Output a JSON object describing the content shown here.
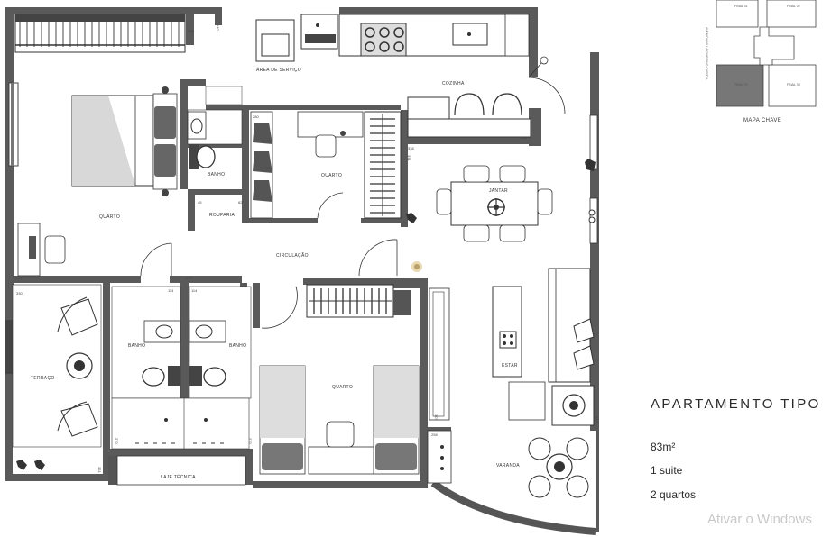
{
  "plan": {
    "rooms": {
      "service_area": "ÁREA DE SERVIÇO",
      "kitchen": "COZINHA",
      "bedroom_suite": "QUARTO",
      "bathroom_suite": "BANHO",
      "bedroom_2": "QUARTO",
      "wardrobe": "ROUPARIA",
      "dining": "JANTAR",
      "circulation": "CIRCULAÇÃO",
      "terrace": "TERRAÇO",
      "bath_left": "BANHO",
      "bath_right": "BANHO",
      "bedroom_3": "QUARTO",
      "living": "ESTAR",
      "balcony": "VARANDA",
      "technical_slab": "LAJE TÉCNICA"
    },
    "dimensions": [
      "309",
      "140",
      "217",
      "280",
      "331",
      "338",
      "279",
      "114",
      "114",
      "330",
      "270",
      "270",
      "321",
      "258",
      "307",
      "260",
      "45",
      "62",
      "137"
    ]
  },
  "key_map": {
    "title": "MAPA CHAVE",
    "street": "AVENIDA VILLA GIARDINO CAPITAL",
    "units": [
      "FINAL 01",
      "FINAL 02",
      "FINAL 03",
      "FINAL 04"
    ]
  },
  "info": {
    "title": "APARTAMENTO TIPO",
    "area": "83m²",
    "suites": "1 suite",
    "bedrooms": "2 quartos"
  },
  "watermark": "Ativar o Windows"
}
